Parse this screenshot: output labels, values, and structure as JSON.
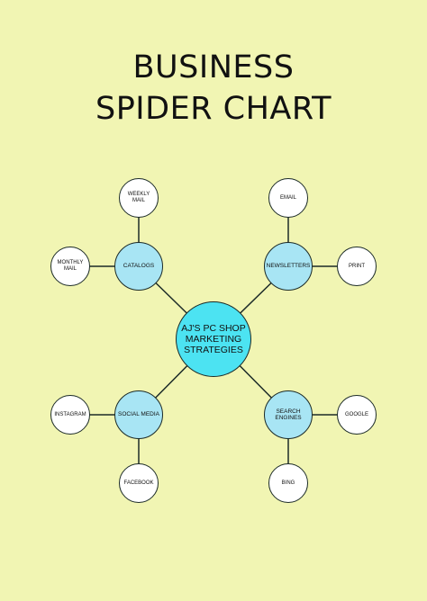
{
  "title": {
    "line1": "BUSINESS",
    "line2": "SPIDER CHART"
  },
  "colors": {
    "background": "#f1f5b3",
    "center_fill": "#4ce3f2",
    "branch_fill": "#a8e5f4",
    "leaf_fill": "#ffffff",
    "line": "#1c2b28"
  },
  "center": {
    "label": "AJ'S PC SHOP MARKETING STRATEGIES"
  },
  "branches": [
    {
      "label": "CATALOGS",
      "leaves": [
        "WEEKLY MAIL",
        "MONTHLY MAIL"
      ]
    },
    {
      "label": "NEWSLETTERS",
      "leaves": [
        "EMAIL",
        "PRINT"
      ]
    },
    {
      "label": "SOCIAL MEDIA",
      "leaves": [
        "INSTAGRAM",
        "FACEBOOK"
      ]
    },
    {
      "label": "SEARCH ENGINES",
      "leaves": [
        "GOOGLE",
        "BING"
      ]
    }
  ]
}
